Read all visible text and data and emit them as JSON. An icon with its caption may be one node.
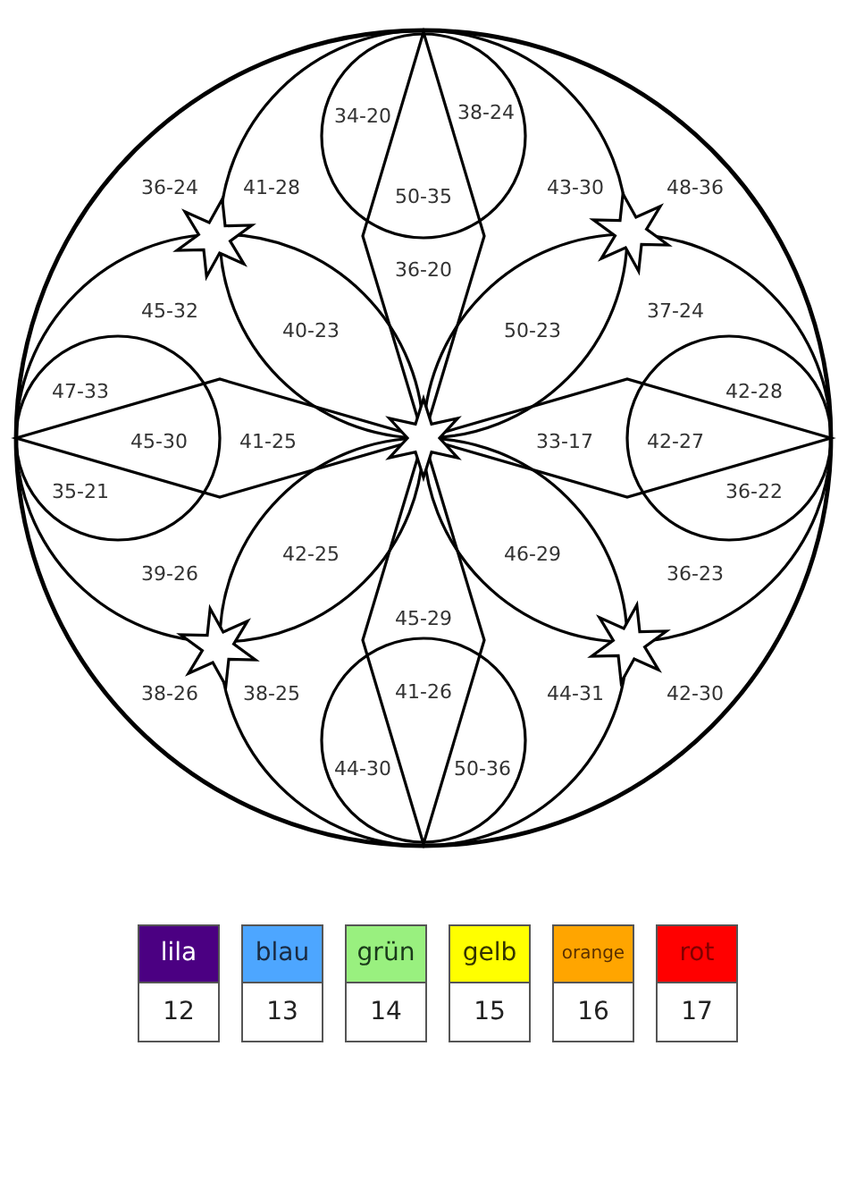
{
  "diagram": {
    "labels": [
      "34-20",
      "38-24",
      "36-24",
      "41-28",
      "50-35",
      "43-30",
      "48-36",
      "36-20",
      "45-32",
      "37-24",
      "40-23",
      "50-23",
      "47-33",
      "42-28",
      "45-30",
      "41-25",
      "33-17",
      "42-27",
      "35-21",
      "36-22",
      "42-25",
      "46-29",
      "39-26",
      "36-23",
      "45-29",
      "38-26",
      "38-25",
      "41-26",
      "44-31",
      "42-30",
      "44-30",
      "50-36",
      "12",
      "13",
      "14",
      "15",
      "16",
      "17"
    ],
    "legend": [
      {
        "text": "lila",
        "color": "#4b0082"
      },
      {
        "text": "blau",
        "color": "#4da6ff"
      },
      {
        "text": "grün",
        "color": "#99f07f"
      },
      {
        "text": "gelb",
        "color": "#ffff00"
      },
      {
        "text": "orange",
        "color": "#ffa500"
      },
      {
        "text": "rot",
        "color": "#ff0000"
      }
    ]
  }
}
